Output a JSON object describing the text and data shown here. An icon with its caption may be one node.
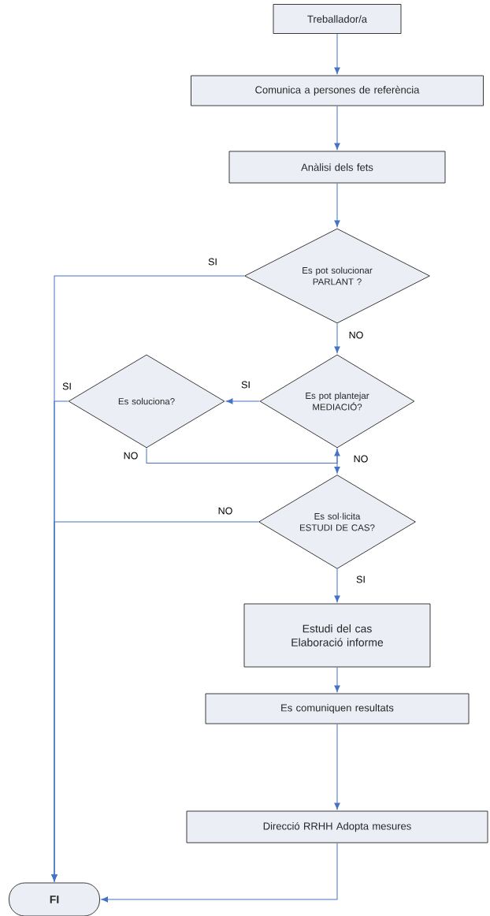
{
  "diagram": {
    "nodes": [
      {
        "text": [
          "Treballador/a"
        ]
      },
      {
        "text": [
          "Comunica a persones de referència"
        ]
      },
      {
        "text": [
          "Anàlisi dels fets"
        ]
      },
      {
        "text": [
          "Es pot solucionar PARLANT ?"
        ]
      },
      {
        "text": [
          "Es pot plantejar MEDIACIÓ?"
        ]
      },
      {
        "text": [
          "Es soluciona?"
        ]
      },
      {
        "text": [
          "Es sol·licita ESTUDI DE CAS?"
        ]
      },
      {
        "text": [
          "Estudi del cas Elaboració informe"
        ]
      },
      {
        "text": [
          "Es comuniquen resultats"
        ]
      },
      {
        "text": [
          "Direcció RRHH Adopta mesures"
        ]
      },
      {
        "text": [
          "FI"
        ]
      }
    ],
    "edges": [
      {
        "from": 0,
        "to": 1,
        "arrow": "to"
      },
      {
        "from": 1,
        "to": 2,
        "arrow": "to"
      },
      {
        "from": 2,
        "to": 3,
        "arrow": "to"
      },
      {
        "from": 3,
        "to": 10,
        "arrow": "to",
        "label": "SI"
      },
      {
        "from": 3,
        "to": 4,
        "arrow": "to",
        "label": "NO"
      },
      {
        "from": 4,
        "to": 5,
        "arrow": "to",
        "label": "SI"
      },
      {
        "from": 5,
        "to": 10,
        "arrow": "to",
        "label": "SI"
      },
      {
        "from": 5,
        "to": 4,
        "arrow": "to",
        "label": "NO"
      },
      {
        "from": 4,
        "to": 6,
        "arrow": "to",
        "label": "NO"
      },
      {
        "from": 6,
        "to": 10,
        "arrow": "to",
        "label": "NO"
      },
      {
        "from": 6,
        "to": 7,
        "arrow": "to",
        "label": "SI"
      },
      {
        "from": 7,
        "to": 8,
        "arrow": "to"
      },
      {
        "from": 8,
        "to": 9,
        "arrow": "to"
      },
      {
        "from": 9,
        "to": 10,
        "arrow": "to"
      }
    ]
  }
}
